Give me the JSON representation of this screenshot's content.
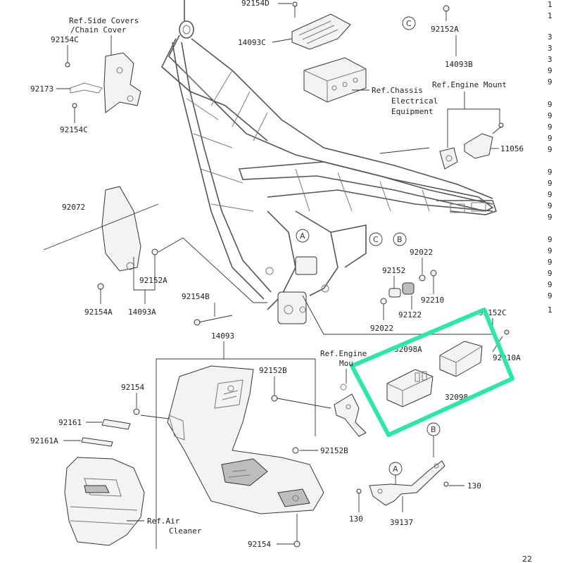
{
  "callouts": {
    "A": "A",
    "B": "B",
    "C": "C"
  },
  "highlight_color": "#2ee6a8",
  "parts": {
    "p92154D": "92154D",
    "p14093C": "14093C",
    "p92152A_top": "92152A",
    "p14093B": "14093B",
    "p92154C_a": "92154C",
    "p92173": "92173",
    "p92154C_b": "92154C",
    "p11056": "11056",
    "p92072": "92072",
    "p92152A_left": "92152A",
    "p92154A": "92154A",
    "p14093A": "14093A",
    "p92154B": "92154B",
    "p92022_a": "92022",
    "p92152": "92152",
    "p92210": "92210",
    "p92122": "92122",
    "p92022_b": "92022",
    "p92152C": "92152C",
    "p92210A": "92210A",
    "p32098A": "32098A",
    "p32098": "32098",
    "p14093": "14093",
    "p92152B_a": "92152B",
    "p92154_a": "92154",
    "p92161": "92161",
    "p92161A": "92161A",
    "p92152B_b": "92152B",
    "p130_a": "130",
    "p130_b": "130",
    "p39137": "39137",
    "p92154_b": "92154",
    "page_num": "22"
  },
  "refs": {
    "side_covers_1": "Ref.Side Covers",
    "side_covers_2": "/Chain Cover",
    "chassis_1": "Ref.Chassis",
    "chassis_2": "Electrical",
    "chassis_3": "Equipment",
    "engine_mount_1": "Ref.Engine Mount",
    "engine_mount2_1": "Ref.Engine",
    "engine_mount2_2": "Mou",
    "air_1": "Ref.Air",
    "air_2": "Cleaner"
  },
  "right_margin_fragments": [
    "1",
    "1",
    "3",
    "3",
    "3",
    "9",
    "9",
    "9",
    "9",
    "9",
    "9",
    "9",
    "9",
    "9",
    "9",
    "9",
    "9",
    "9",
    "9",
    "9",
    "9",
    "9",
    "9",
    "1"
  ]
}
